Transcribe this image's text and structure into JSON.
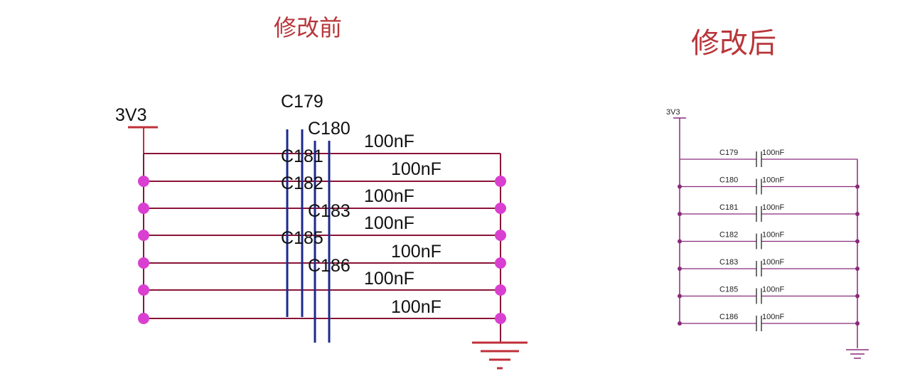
{
  "titles": {
    "before": "修改前",
    "after": "修改后"
  },
  "power_net": "3V3",
  "colors": {
    "title": "#b8363a",
    "wire": "#8a1538",
    "junction": "#d93fd0",
    "cap": "#1c2a8c",
    "power": "#c0303a",
    "ground": "#c0303a",
    "after_wire": "#8a2a7a"
  },
  "before": {
    "designators": [
      "C179",
      "C180",
      "C181",
      "C182",
      "C183",
      "C185",
      "C186"
    ],
    "values": [
      "100nF",
      "100nF",
      "100nF",
      "100nF",
      "100nF",
      "100nF",
      "100nF"
    ]
  },
  "after": {
    "capacitors": [
      {
        "designator": "C179",
        "value": "100nF"
      },
      {
        "designator": "C180",
        "value": "100nF"
      },
      {
        "designator": "C181",
        "value": "100nF"
      },
      {
        "designator": "C182",
        "value": "100nF"
      },
      {
        "designator": "C183",
        "value": "100nF"
      },
      {
        "designator": "C185",
        "value": "100nF"
      },
      {
        "designator": "C186",
        "value": "100nF"
      }
    ]
  }
}
